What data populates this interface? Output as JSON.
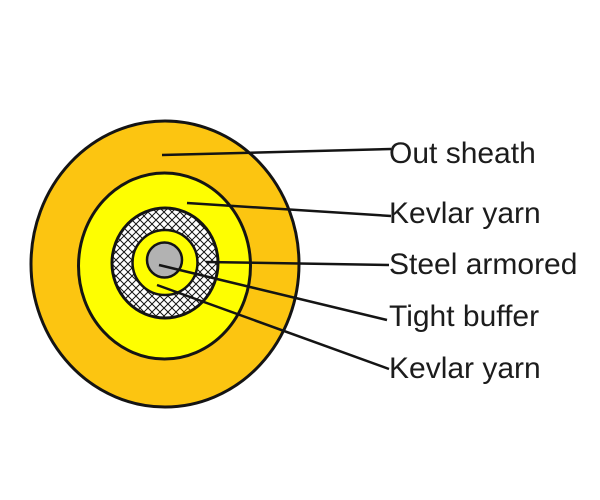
{
  "diagram": {
    "kind": "fiber-optic-cable-cross-section",
    "labels": [
      {
        "text": "Out sheath",
        "points_to": "outer-gold-ring"
      },
      {
        "text": "Kevlar yarn",
        "points_to": "outer-yellow-ring"
      },
      {
        "text": "Steel armored",
        "points_to": "crosshatched-ring"
      },
      {
        "text": "Tight buffer",
        "points_to": "gray-center-core"
      },
      {
        "text": "Kevlar yarn",
        "points_to": "inner-yellow-ring"
      }
    ],
    "colors": {
      "out_sheath": "#fcc511",
      "kevlar_yarn": "#fefe01",
      "steel_armored_bg": "#ffffff",
      "tight_buffer_core": "#b2b2b2",
      "outline": "#141414",
      "label_text": "#1c1c1c",
      "background": "#ffffff"
    }
  }
}
